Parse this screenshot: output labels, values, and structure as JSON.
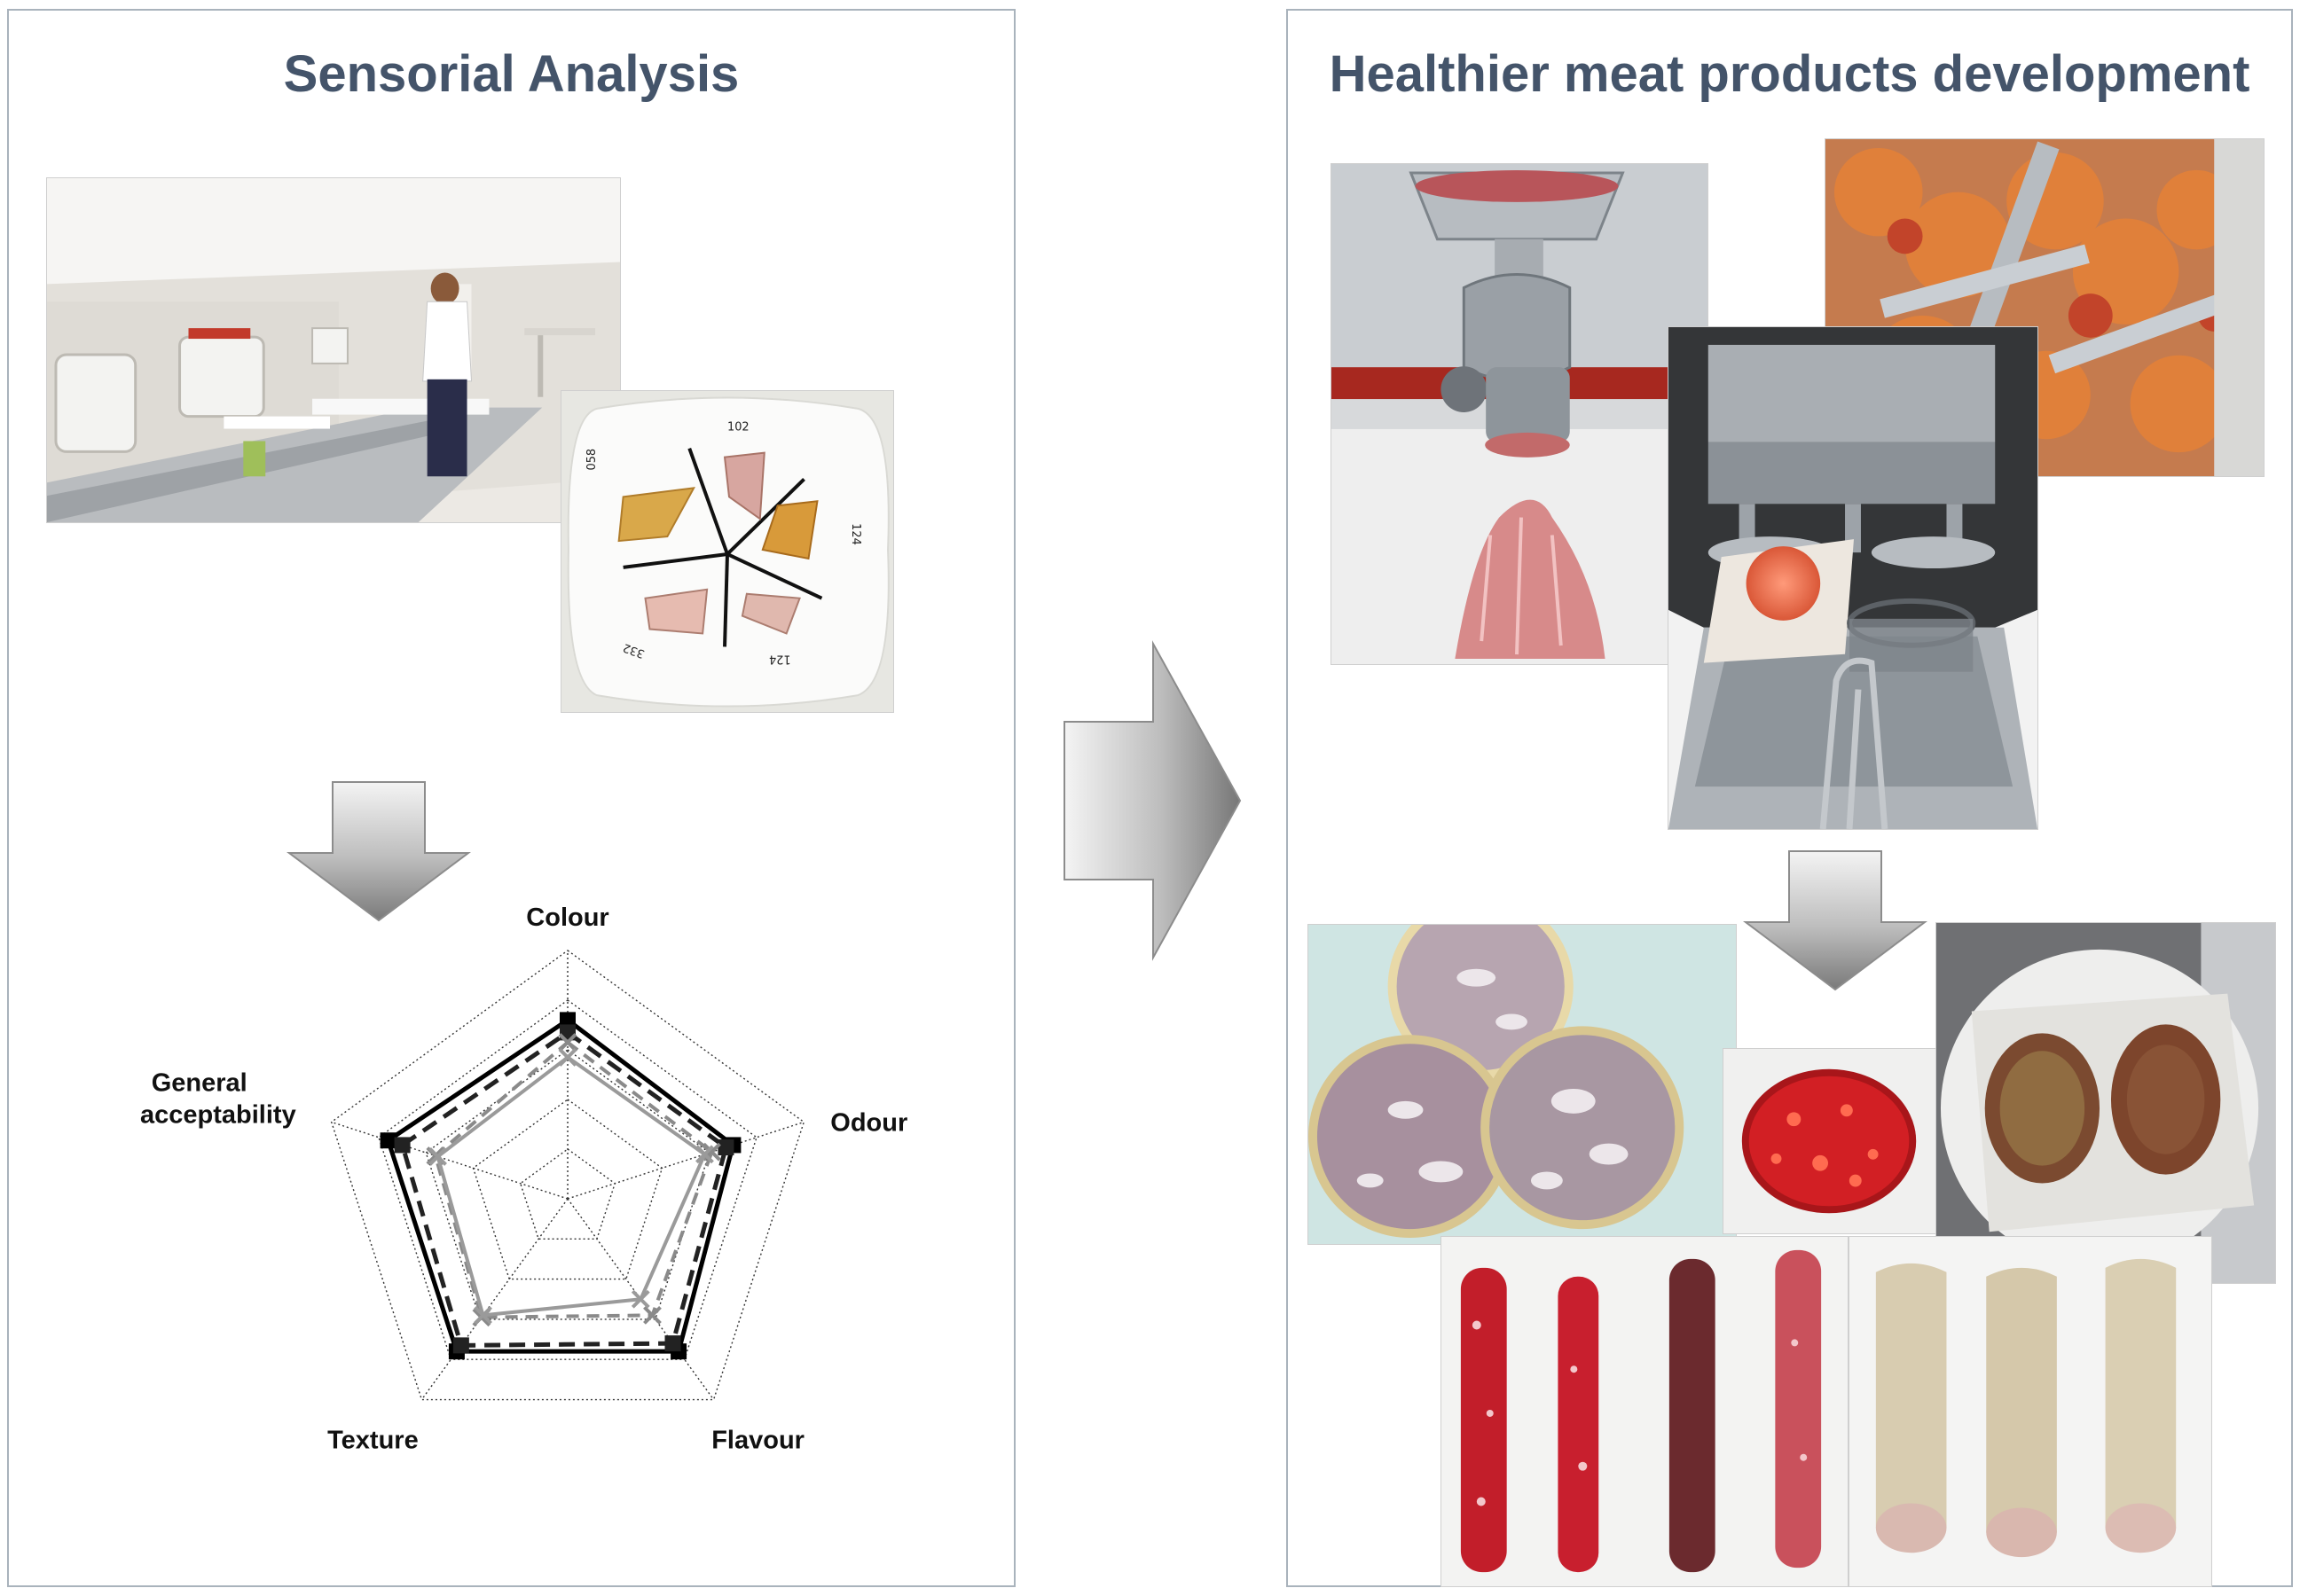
{
  "left_panel": {
    "title": "Sensorial Analysis",
    "plate_labels": [
      "102",
      "124",
      "124",
      "332",
      "058"
    ]
  },
  "right_panel": {
    "title": "Healthier meat products development"
  },
  "chart_data": {
    "type": "radar",
    "axes": [
      "Colour",
      "Odour",
      "Flavour",
      "Texture",
      "General acceptability"
    ],
    "rmax": 10,
    "rings": [
      2,
      4,
      6,
      8,
      10
    ],
    "series": [
      {
        "style": "solid-black-square",
        "color": "#000000",
        "values": [
          7.2,
          7.0,
          7.6,
          7.6,
          7.6
        ]
      },
      {
        "style": "dashed-black-square",
        "color": "#222222",
        "values": [
          6.7,
          6.7,
          7.2,
          7.3,
          7.0
        ]
      },
      {
        "style": "dashed-gray-x",
        "color": "#8a8a8a",
        "values": [
          6.3,
          6.1,
          5.8,
          5.9,
          5.6
        ]
      },
      {
        "style": "solid-gray-x",
        "color": "#9a9a9a",
        "values": [
          5.7,
          5.8,
          5.0,
          5.8,
          5.5
        ]
      }
    ]
  },
  "colors": {
    "title": "#44546a",
    "panel_border": "#a9b3bc",
    "arrow_light": "#f2f2f2",
    "arrow_dark": "#7f7f7f"
  }
}
